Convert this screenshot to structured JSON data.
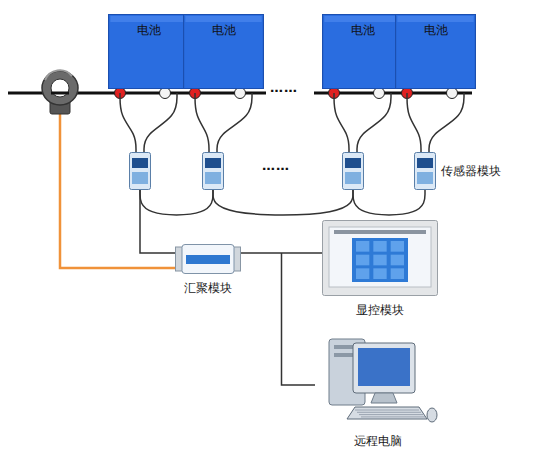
{
  "diagram": {
    "nodes": [
      {
        "text": [
          "电池"
        ]
      },
      {
        "text": [
          "电池"
        ]
      },
      {
        "text": [
          "电池"
        ]
      },
      {
        "text": [
          "电池"
        ]
      },
      {
        "text": []
      },
      {
        "text": []
      },
      {
        "text": []
      },
      {
        "text": [
          "传感器模块"
        ]
      },
      {
        "text": [
          "汇聚模块"
        ]
      },
      {
        "text": [
          "显控模块"
        ]
      },
      {
        "text": [
          "远程电脑"
        ]
      }
    ],
    "edges": [
      {
        "from": 0,
        "to": 4,
        "arrow": "none"
      },
      {
        "from": 1,
        "to": 5,
        "arrow": "none"
      },
      {
        "from": 2,
        "to": 6,
        "arrow": "none"
      },
      {
        "from": 3,
        "to": 7,
        "arrow": "none"
      },
      {
        "from": 4,
        "to": 5,
        "arrow": "none"
      },
      {
        "from": 5,
        "to": 6,
        "arrow": "none"
      },
      {
        "from": 6,
        "to": 7,
        "arrow": "none"
      },
      {
        "from": 4,
        "to": 8,
        "arrow": "none"
      },
      {
        "from": 8,
        "to": 9,
        "arrow": "none"
      },
      {
        "from": 8,
        "to": 10,
        "arrow": "none"
      }
    ],
    "labels": [
      "……",
      "……"
    ]
  }
}
